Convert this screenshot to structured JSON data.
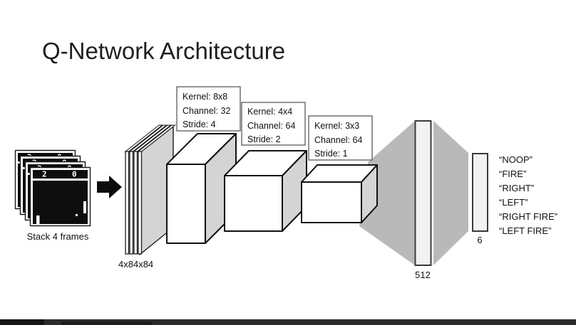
{
  "title": "Q-Network Architecture",
  "input": {
    "stack_label": "Stack 4 frames",
    "dims_label": "4x84x84",
    "frame": {
      "score_left": "2",
      "score_right": "0"
    }
  },
  "conv_layers": [
    {
      "kernel": "Kernel: 8x8",
      "channel": "Channel: 32",
      "stride": "Stride: 4"
    },
    {
      "kernel": "Kernel: 4x4",
      "channel": "Channel: 64",
      "stride": "Stride: 2"
    },
    {
      "kernel": "Kernel: 3x3",
      "channel": "Channel: 64",
      "stride": "Stride: 1"
    }
  ],
  "fc_layer": {
    "label": "512"
  },
  "output_layer": {
    "label": "6",
    "actions": [
      "“NOOP”",
      "“FIRE”",
      "“RIGHT”",
      "“LEFT”",
      "“RIGHT FIRE”",
      "“LEFT FIRE”"
    ]
  },
  "colors": {
    "side_face_gray": "#d4d4d4",
    "funnel_gray": "#b9b9b9",
    "layer_fill": "#f2f2f2",
    "outline": "#111111",
    "frame_black": "#0d0d0d",
    "bottom_bar": "#2b2b2b"
  }
}
